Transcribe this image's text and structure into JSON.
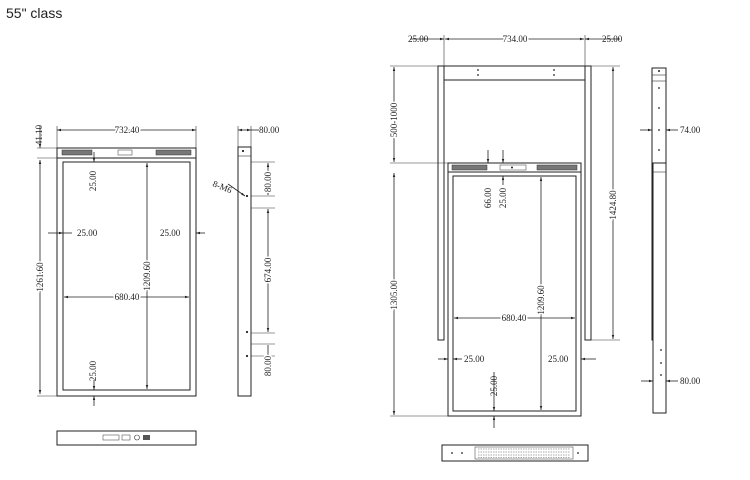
{
  "title": "55\" class",
  "diagram": {
    "left_front": {
      "width": "732.40",
      "top_gap": "41.10",
      "inner_top": "25.00",
      "left_margin": "25.00",
      "right_margin": "25.00",
      "inner_width": "680.40",
      "inner_height": "1209.60",
      "total_height": "1261.60",
      "bottom_margin": "25.00"
    },
    "left_side": {
      "depth": "80.00",
      "screw": "8-M6",
      "top_offset": "80.00",
      "mid": "674.00",
      "bottom_offset": "80.00"
    },
    "right_front": {
      "bracket_left": "25.00",
      "bracket_width": "734.00",
      "bracket_right": "25.00",
      "range": "500-1000",
      "inner_top_a": "66.00",
      "inner_top_b": "25.00",
      "bracket_height": "1424.80",
      "total_height": "1305.00",
      "inner_height": "1209.60",
      "inner_width": "680.40",
      "left_margin": "25.00",
      "right_margin": "25.00",
      "bottom_margin": "25.00"
    },
    "right_side": {
      "depth_top": "74.00",
      "depth_bottom": "80.00"
    }
  }
}
